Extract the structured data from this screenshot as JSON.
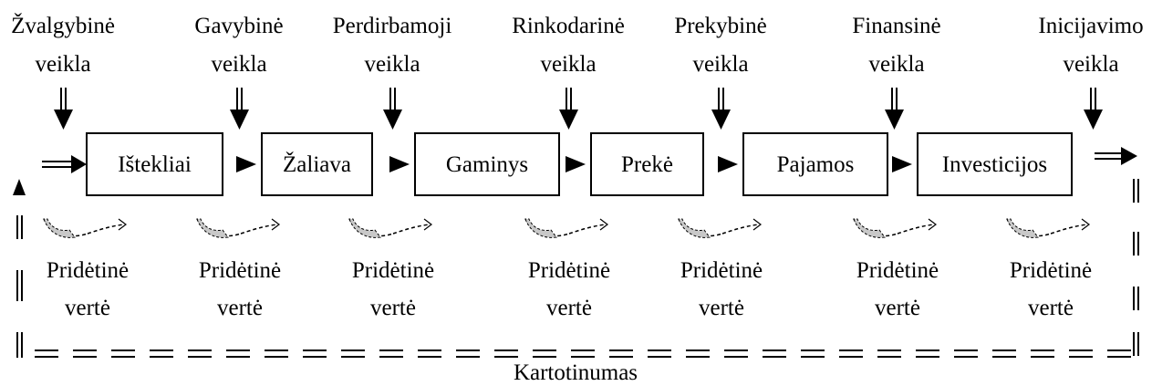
{
  "activities": [
    {
      "line1": "Žvalgybinė",
      "line2": "veikla"
    },
    {
      "line1": "Gavybinė",
      "line2": "veikla"
    },
    {
      "line1": "Perdirbamoji",
      "line2": "veikla"
    },
    {
      "line1": "Rinkodarinė",
      "line2": "veikla"
    },
    {
      "line1": "Prekybinė",
      "line2": "veikla"
    },
    {
      "line1": "Finansinė",
      "line2": "veikla"
    },
    {
      "line1": "Inicijavimo",
      "line2": "veikla"
    }
  ],
  "stages": [
    "Ištekliai",
    "Žaliava",
    "Gaminys",
    "Prekė",
    "Pajamos",
    "Investicijos"
  ],
  "added_value": [
    {
      "line1": "Pridėtinė",
      "line2": "vertė"
    },
    {
      "line1": "Pridėtinė",
      "line2": "vertė"
    },
    {
      "line1": "Pridėtinė",
      "line2": "vertė"
    },
    {
      "line1": "Pridėtinė",
      "line2": "vertė"
    },
    {
      "line1": "Pridėtinė",
      "line2": "vertė"
    },
    {
      "line1": "Pridėtinė",
      "line2": "vertė"
    },
    {
      "line1": "Pridėtinė",
      "line2": "vertė"
    }
  ],
  "loop_label": "Kartotinumas"
}
